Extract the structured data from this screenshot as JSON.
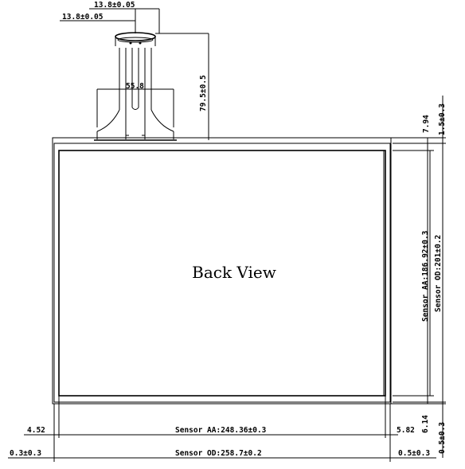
{
  "title": "Back View",
  "dimensions": {
    "fpc_top_width": "13.8±0.05",
    "fpc_top_width_inner": "13.8±0.05",
    "fpc_base_width": "55.8",
    "fpc_length": "79.5±0.5",
    "top_border": "7.94",
    "top_edge_offset": "1.5±0.3",
    "sensor_aa_height": "Sensor AA:186.92±0.3",
    "sensor_od_height": "Sensor OD:201±0.2",
    "bottom_border": "6.14",
    "bottom_edge_offset": "0.5±0.3",
    "left_border": "4.52",
    "sensor_aa_width": "Sensor AA:248.36±0.3",
    "right_border": "5.82",
    "left_edge_offset": "0.3±0.3",
    "sensor_od_width": "Sensor OD:258.7±0.2",
    "right_edge_offset": "0.5±0.3"
  }
}
